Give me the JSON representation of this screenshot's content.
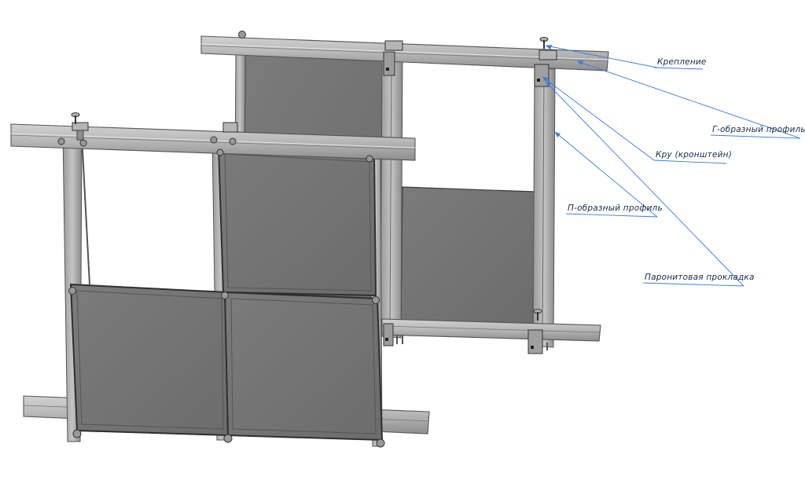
{
  "labels": {
    "fastener": "Крепление",
    "l_profile": "Г-образный профиль",
    "bracket": "Кру (кронштейн)",
    "u_profile": "П-образный профиль",
    "gasket": "Паронитовая прокладка"
  },
  "colors": {
    "profile_top": "#c9c9c9",
    "profile_face": "#a4a4a4",
    "profile_edge": "#555555",
    "panel_fill": "#767676",
    "panel_edge": "#3c3c3c",
    "leader": "#3b7dd8",
    "label_text": "#1a2a4a"
  }
}
